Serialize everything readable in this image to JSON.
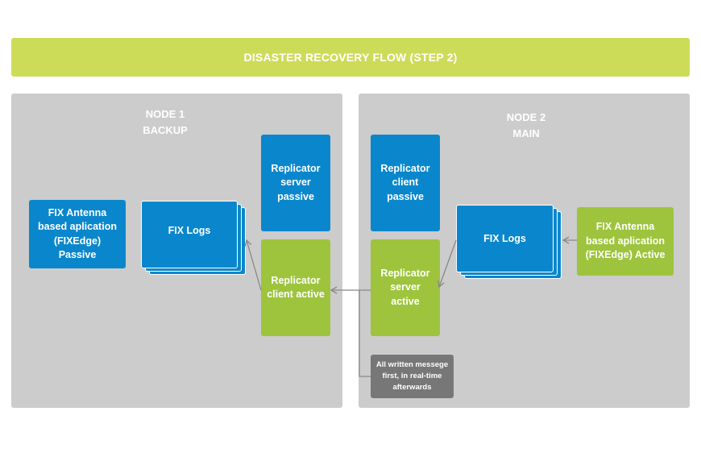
{
  "title": "DISASTER RECOVERY FLOW (STEP 2)",
  "node1": {
    "line1": "NODE 1",
    "line2": "BACKUP",
    "fix_app": "FIX Antenna based aplication (FIXEdge) Passive",
    "fix_logs": "FIX Logs",
    "replicator_server": "Replicator server passive",
    "replicator_client": "Replicator client active"
  },
  "node2": {
    "line1": "NODE 2",
    "line2": "MAIN",
    "replicator_client": "Replicator client passive",
    "replicator_server": "Replicator server active",
    "fix_logs": "FIX Logs",
    "fix_app": "FIX Antenna based aplication (FIXEdge) Active"
  },
  "note": "All written messege first, in real-time afterwards",
  "colors": {
    "title_bar": "#cddc58",
    "panel": "#cccccc",
    "blue": "#0a87cc",
    "green": "#9dc43c",
    "note": "#777777",
    "arrow": "#888888"
  }
}
